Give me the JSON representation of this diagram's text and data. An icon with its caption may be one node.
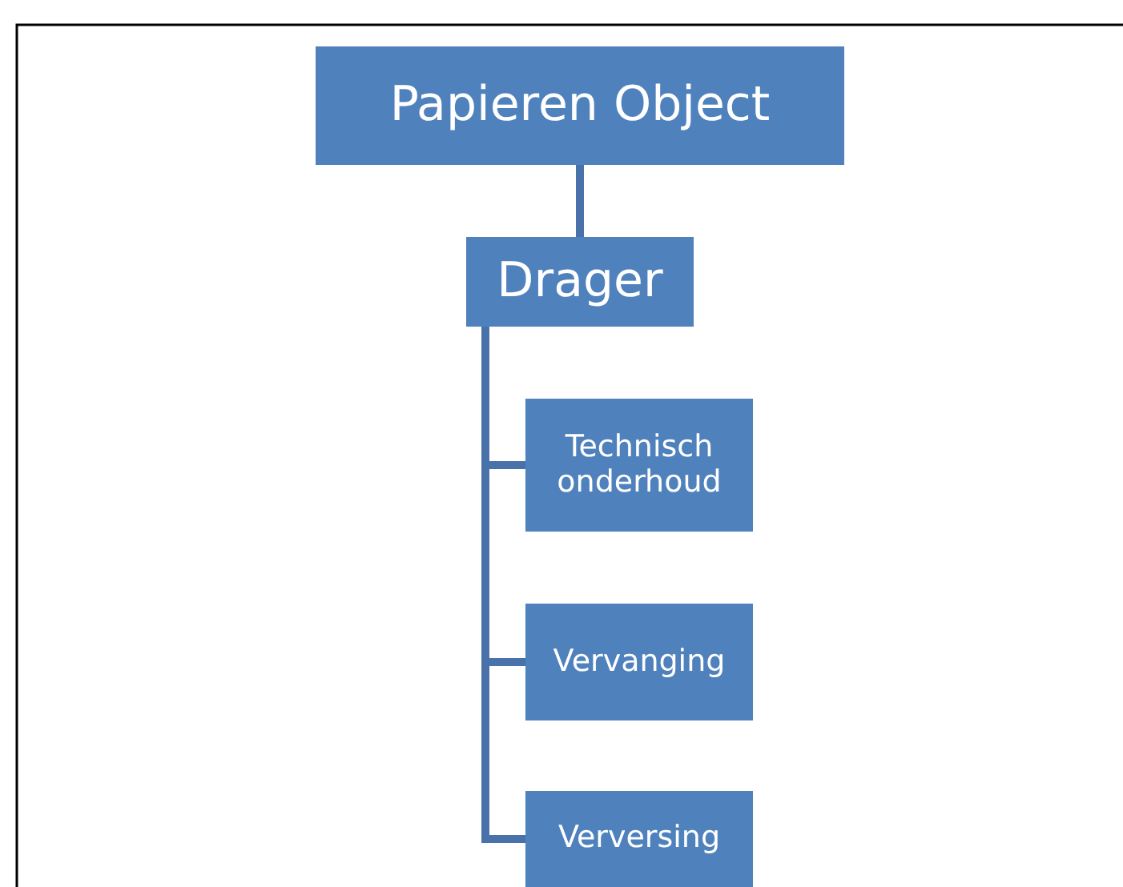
{
  "diagram": {
    "nodes": [
      {
        "text": [
          "Papieren Object"
        ]
      },
      {
        "text": [
          "Drager"
        ]
      },
      {
        "text": [
          "Technisch onderhoud"
        ]
      },
      {
        "text": [
          "Vervanging"
        ]
      },
      {
        "text": [
          "Verversing"
        ]
      }
    ],
    "edges": [
      {
        "from": 0,
        "to": 1,
        "arrow": "none"
      },
      {
        "from": 1,
        "to": 2,
        "arrow": "none"
      },
      {
        "from": 1,
        "to": 3,
        "arrow": "none"
      },
      {
        "from": 1,
        "to": 4,
        "arrow": "none"
      }
    ]
  }
}
